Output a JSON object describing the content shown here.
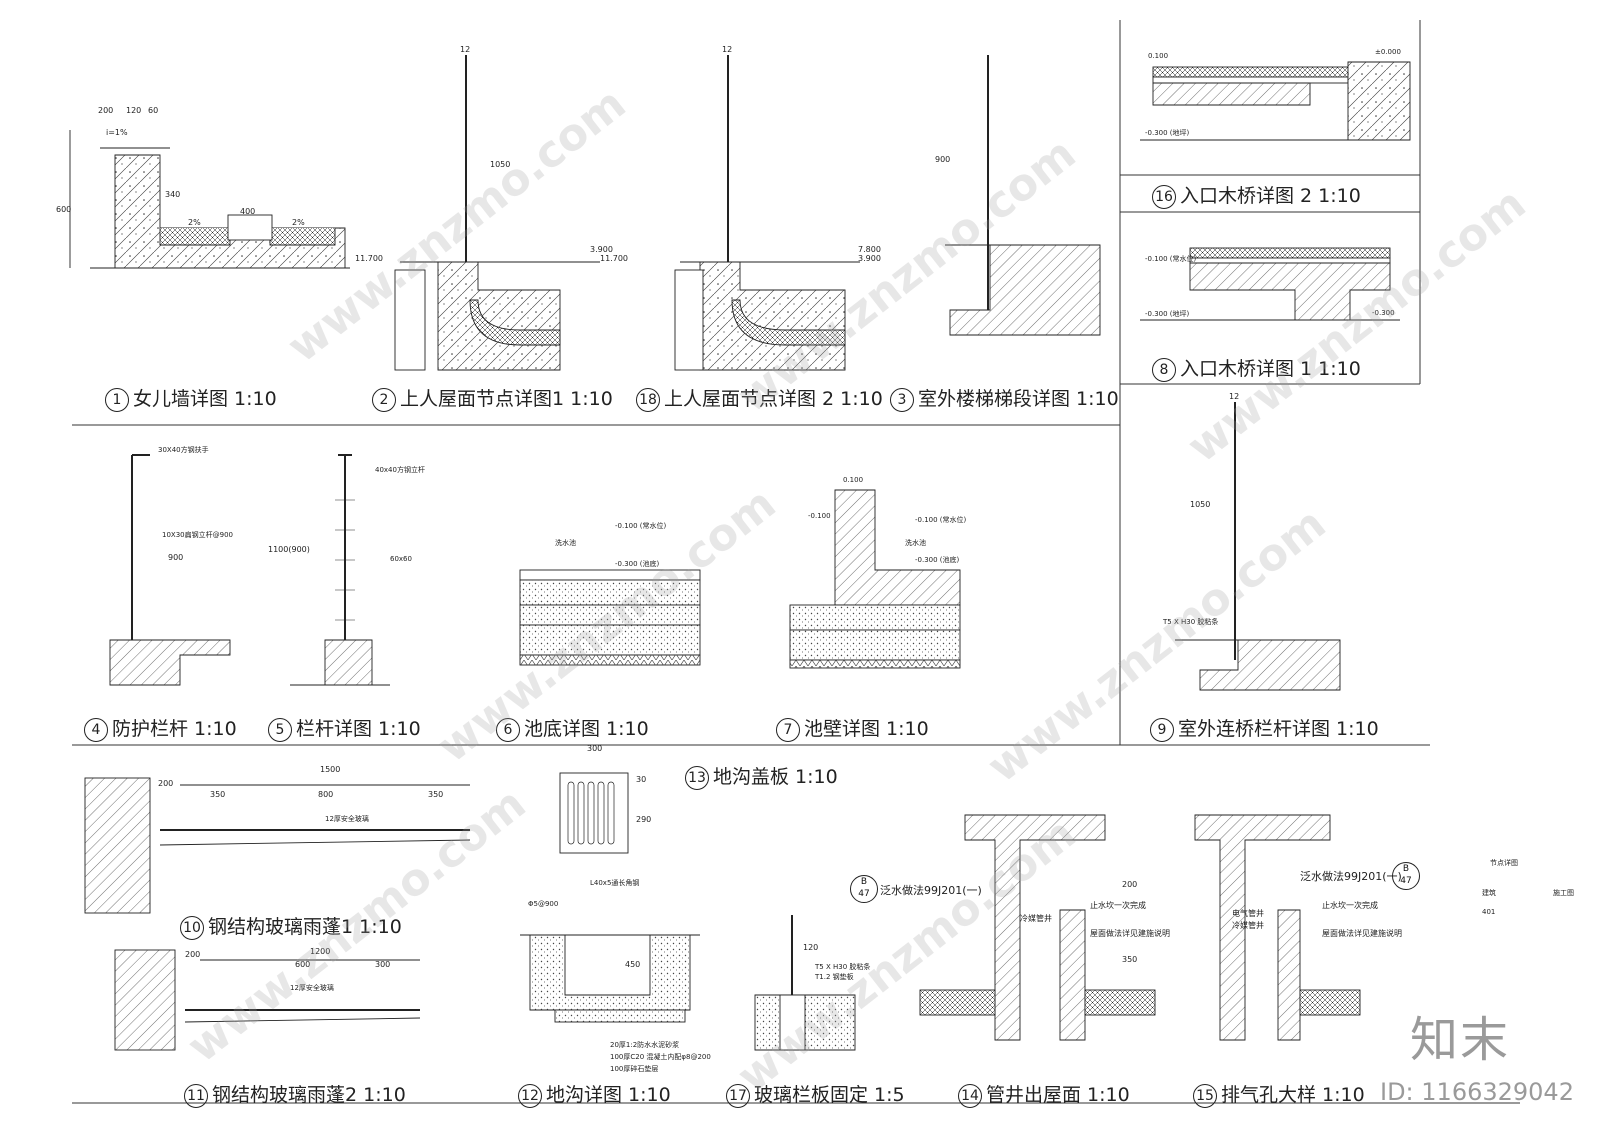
{
  "titles": {
    "t1": {
      "num": "1",
      "text": "女儿墙详图 1:10"
    },
    "t2": {
      "num": "2",
      "text": "上人屋面节点详图1 1:10"
    },
    "t18": {
      "num": "18",
      "text": "上人屋面节点详图 2 1:10"
    },
    "t3": {
      "num": "3",
      "text": "室外楼梯梯段详图 1:10"
    },
    "t16": {
      "num": "16",
      "text": "入口木桥详图 2 1:10"
    },
    "t8": {
      "num": "8",
      "text": "入口木桥详图 1 1:10"
    },
    "t4": {
      "num": "4",
      "text": "防护栏杆 1:10"
    },
    "t5": {
      "num": "5",
      "text": "栏杆详图 1:10"
    },
    "t6": {
      "num": "6",
      "text": "池底详图 1:10"
    },
    "t7": {
      "num": "7",
      "text": "池壁详图 1:10"
    },
    "t9": {
      "num": "9",
      "text": "室外连桥栏杆详图 1:10"
    },
    "t13": {
      "num": "13",
      "text": "地沟盖板 1:10"
    },
    "t10": {
      "num": "10",
      "text": "钢结构玻璃雨蓬1 1:10"
    },
    "t11": {
      "num": "11",
      "text": "钢结构玻璃雨蓬2 1:10"
    },
    "t12": {
      "num": "12",
      "text": "地沟详图 1:10"
    },
    "t17": {
      "num": "17",
      "text": "玻璃栏板固定 1:5"
    },
    "t14": {
      "num": "14",
      "text": "管井出屋面 1:10"
    },
    "t15": {
      "num": "15",
      "text": "排气孔大样 1:10"
    }
  },
  "labels": {
    "d1_200": "200",
    "d1_120": "120",
    "d1_60": "60",
    "d1_600": "600",
    "d1_400": "400",
    "d1_slope1": "2%",
    "d1_slope2": "2%",
    "d1_i": "i=1%",
    "d1_340": "340",
    "elev_11700": "11.700",
    "elev_3900": "3.900",
    "elev_7800": "7.800",
    "d2_1050": "1050",
    "d2_12": "12",
    "d18_12": "12",
    "d3_900": "900",
    "d16_100": "0.100",
    "d16_0": "±0.000",
    "d16_300": "-0.300 (地坪)",
    "d8_100": "-0.100 (常水位)",
    "d8_300": "-0.300 (地坪)",
    "d8_m300": "-0.300",
    "d9_12": "12",
    "d9_1050": "1050",
    "d9_t5": "T5 X H30 胶粘条",
    "d4_a": "30X40方钢扶手",
    "d4_b": "10X30扁钢立杆@900",
    "d4_900": "900",
    "d5_a": "40x40方钢立杆",
    "d5_b": "60x60",
    "d5_c": "1100(900)",
    "d6_a": "-0.100 (常水位)",
    "d6_b": "-0.300 (池底)",
    "d6_c": "洗水池",
    "d7_a": "0.100",
    "d7_b": "-0.100",
    "d7_c": "-0.100 (常水位)",
    "d7_d": "-0.300 (池底)",
    "d7_e": "洗水池",
    "d13_300": "300",
    "d13_290": "290",
    "d13_30": "30",
    "d10_1500": "1500",
    "d10_200": "200",
    "d10_350": "350",
    "d10_800": "800",
    "d10_350b": "350",
    "d10_glass": "12厚安全玻璃",
    "d11_1200": "1200",
    "d11_200": "200",
    "d11_600": "600",
    "d11_300": "300",
    "d11_glass": "12厚安全玻璃",
    "d12_a": "L40x5通长角钢",
    "d12_b": "Φ5@900",
    "d12_450": "450",
    "d12_c": "20厚1:2防水水泥砂浆",
    "d12_d": "100厚C20 混凝土内配φ8@200",
    "d12_e": "100厚碎石垫层",
    "d17_a": "T5 X H30 胶粘条",
    "d17_b": "T1.2 钢垫板",
    "d17_120": "120",
    "d14_a": "泛水做法99J201(一)",
    "d14_b": "冷媒管井",
    "d14_c": "止水坎一次完成",
    "d14_d": "屋面做法详见建施说明",
    "d14_ref_top": "B",
    "d14_ref_bot": "47",
    "d15_a": "泛水做法99J201(一)",
    "d15_b": "电气管井",
    "d15_b2": "冷媒管井",
    "d15_c": "止水坎一次完成",
    "d15_d": "屋面做法详见建施说明",
    "d15_ref_top": "B",
    "d15_ref_bot": "47",
    "d14_200": "200",
    "d14_350": "350",
    "tb_title": "节点详图",
    "tb_a": "建筑",
    "tb_b": "施工图",
    "tb_c": "401"
  },
  "watermark": {
    "logo": "知末",
    "id": "ID: 1166329042",
    "url": "www.znzmo.com"
  }
}
